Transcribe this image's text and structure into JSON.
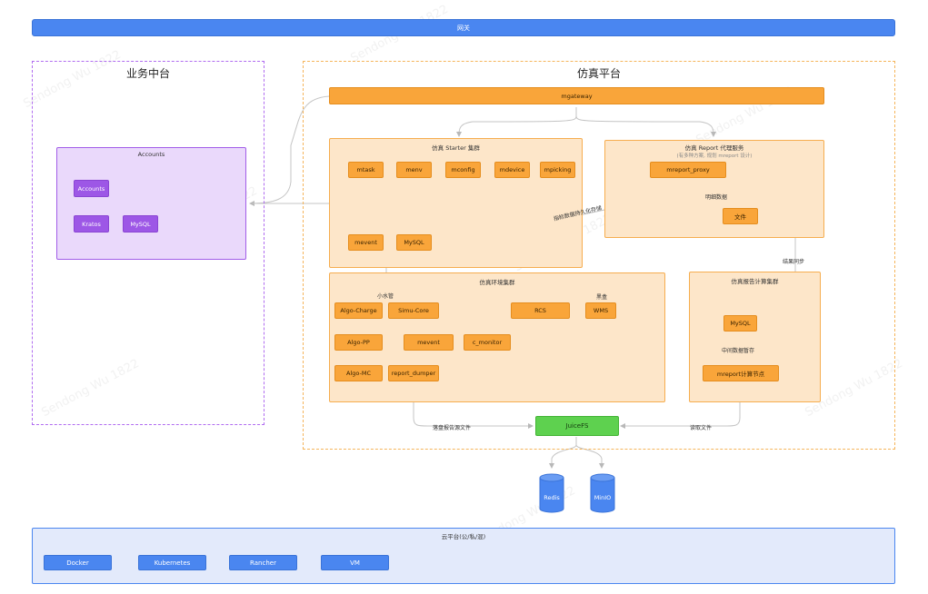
{
  "gateway": "网关",
  "business": {
    "title": "业务中台",
    "accounts_panel": "Accounts",
    "nodes": {
      "accounts": "Accounts",
      "kratos": "Kratos",
      "mysql": "MySQL"
    }
  },
  "sim": {
    "title": "仿真平台",
    "mgateway": "mgateway",
    "starter": {
      "title": "仿真 Starter 集群",
      "mtask": "mtask",
      "menv": "menv",
      "mconfig": "mconfig",
      "mdevice": "mdevice",
      "mpicking": "mpicking",
      "mevent": "mevent",
      "mysql": "MySQL"
    },
    "report_proxy": {
      "title": "仿真 Report 代理服务",
      "subtitle": "(有多种方案, 规划 mreport 设计)",
      "node": "mreport_proxy",
      "detail_label": "明细数据",
      "file": "文件"
    },
    "env": {
      "title": "仿真环境集群",
      "xiaoshui": "小水管",
      "algo_charge": "Algo-Charge",
      "simu_core": "Simu-Core",
      "rcs": "RCS",
      "blackbox": "黑盒",
      "wms": "WMS",
      "algo_pp": "Algo-PP",
      "mevent": "mevent",
      "c_monitor": "c_monitor",
      "algo_mc": "Algo-MC",
      "report_dumper": "report_dumper"
    },
    "calc": {
      "title": "仿真报告计算集群",
      "mysql": "MySQL",
      "mid_label": "中间数据暂存",
      "node": "mreport计算节点"
    },
    "labels": {
      "persist": "指标数据持久化存储",
      "result_sync": "结果同步",
      "write_src": "落盘报告源文件",
      "read_file": "读取文件"
    },
    "juicefs": "JuiceFS",
    "redis": "Redis",
    "minio": "MinIO"
  },
  "cloud": {
    "title": "云平台(公/私/混)",
    "items": [
      {
        "label": "Docker"
      },
      {
        "label": "Kubernetes"
      },
      {
        "label": "Rancher"
      },
      {
        "label": "VM"
      }
    ]
  },
  "watermark": "Sendong Wu 1822"
}
